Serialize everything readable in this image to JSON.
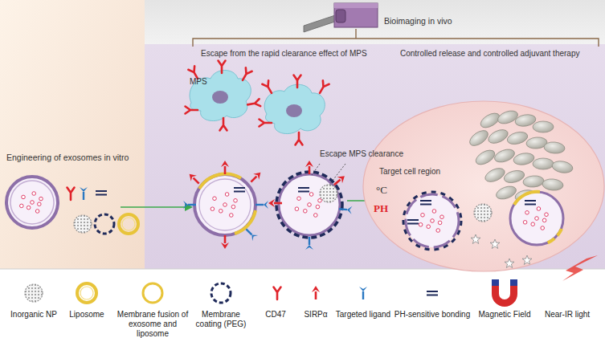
{
  "diagram": {
    "nodes": [
      {
        "text": [
          "Engineering of exosomes in vitro"
        ]
      },
      {
        "text": [
          "Escape from the rapid clearance effect of MPS",
          "Controlled release and controlled adjuvant therapy"
        ]
      },
      {
        "text": [
          "Target cell region",
          "°C",
          "PH"
        ],
        "in": 1
      }
    ],
    "labels": [
      "Bioimaging in vivo",
      "MPS",
      "Escape MPS clearance"
    ],
    "legend": [
      {
        "text": "Inorganic NP"
      },
      {
        "text": "Liposome"
      },
      {
        "text": "Membrane fusion of exosome and liposome"
      },
      {
        "text": "Membrane coating (PEG)"
      },
      {
        "text": "CD47"
      },
      {
        "text": "SIRPα"
      },
      {
        "text": "Targeted ligand"
      },
      {
        "text": "PH-sensitive bonding"
      },
      {
        "text": "Magnetic Field"
      },
      {
        "text": "Near-IR light"
      }
    ]
  }
}
